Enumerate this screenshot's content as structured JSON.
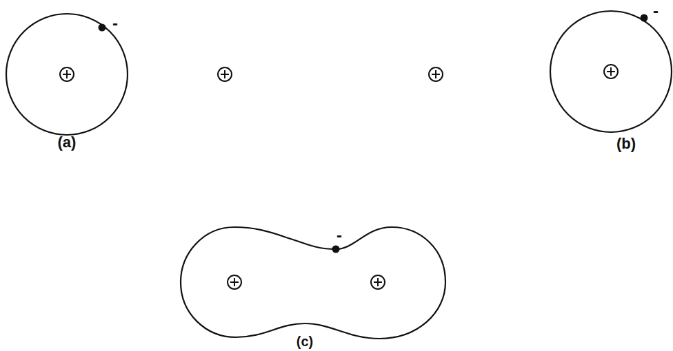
{
  "diagram": {
    "labels": [
      "-",
      "(a)",
      "-",
      "(b)",
      "-",
      "(c)"
    ]
  }
}
